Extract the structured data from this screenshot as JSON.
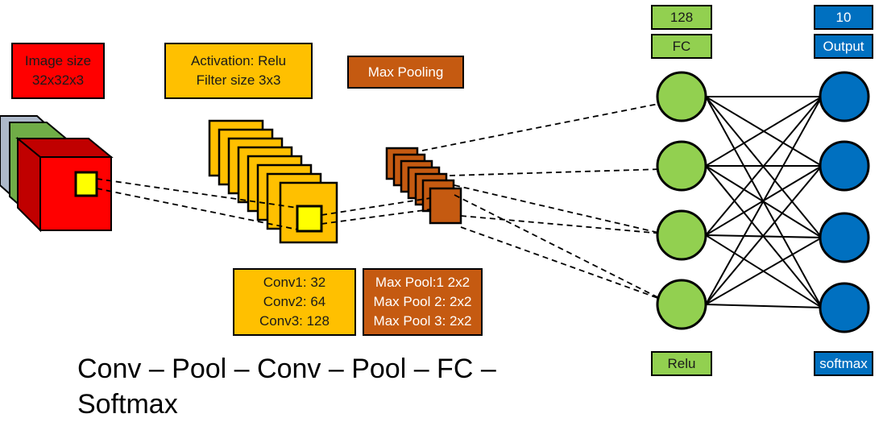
{
  "colors": {
    "red": "#ff0000",
    "dark_red": "#c00000",
    "yellow": "#ffff00",
    "orange": "#ffc000",
    "brown": "#c55a11",
    "green": "#92d050",
    "blue": "#0070c0",
    "slate": "#adb9ca",
    "mid_green": "#70ad47"
  },
  "labels": {
    "image_size_line1": "Image size",
    "image_size_line2": "32x32x3",
    "activation": "Activation: Relu",
    "filter_size": "Filter size 3x3",
    "max_pooling": "Max Pooling",
    "conv1": "Conv1: 32",
    "conv2": "Conv2: 64",
    "conv3": "Conv3: 128",
    "pool1": "Max Pool:1 2x2",
    "pool2": "Max Pool 2: 2x2",
    "pool3": "Max Pool 3: 2x2",
    "fc_count": "128",
    "fc": "FC",
    "output_count": "10",
    "output": "Output",
    "relu": "Relu",
    "softmax": "softmax",
    "pipeline": "Conv – Pool – Conv – Pool – FC – Softmax"
  },
  "icons": {
    "input": "rgb-input-volume-icon",
    "feature_maps": "feature-map-stack-icon",
    "pooled_maps": "pooled-map-stack-icon",
    "fc_layer": "fully-connected-neuron-icon",
    "output_layer": "output-neuron-icon"
  },
  "network": {
    "fc_visible_neurons": 4,
    "output_visible_neurons": 4
  }
}
